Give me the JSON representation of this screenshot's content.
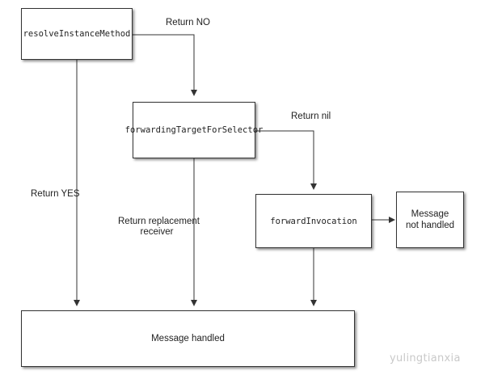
{
  "nodes": {
    "resolve_instance_method": "resolveInstanceMethod",
    "forwarding_target": "forwardingTargetForSelector",
    "forward_invocation": "forwardInvocation",
    "message_not_handled_line1": "Message",
    "message_not_handled_line2": "not handled",
    "message_handled": "Message handled"
  },
  "edges": {
    "return_no": "Return NO",
    "return_nil": "Return nil",
    "return_yes": "Return YES",
    "return_replacement_line1": "Return replacement",
    "return_replacement_line2": "receiver"
  },
  "watermark": "yulingtianxia",
  "colors": {
    "stroke": "#333333",
    "text": "#222222",
    "watermark": "#c9c9c9"
  }
}
